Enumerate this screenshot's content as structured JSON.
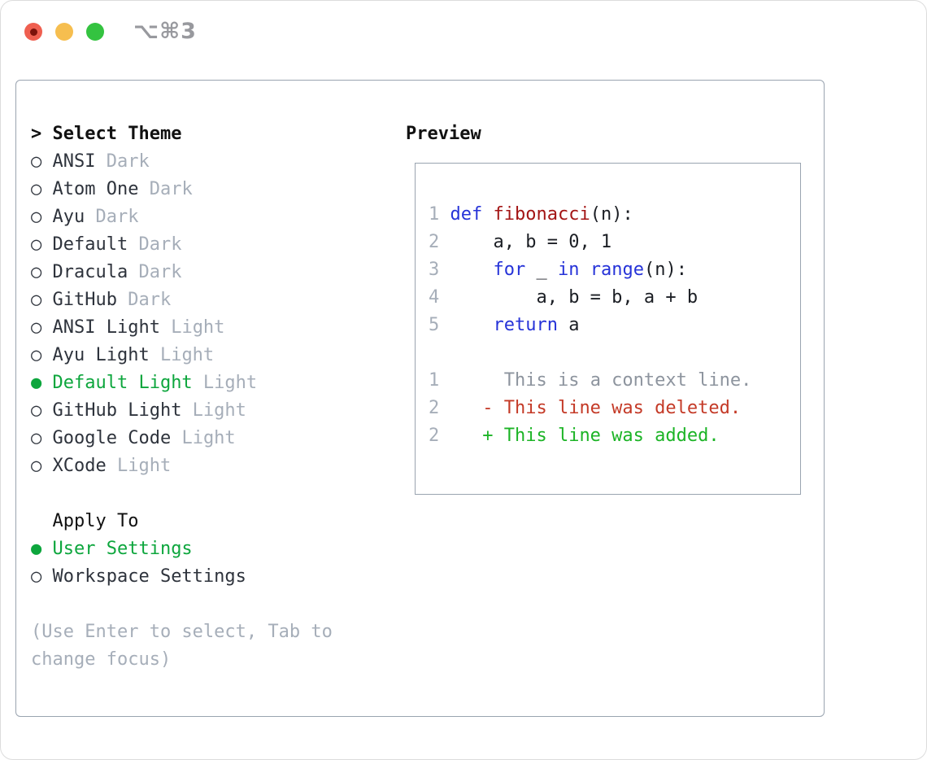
{
  "window": {
    "title": "⌥⌘3",
    "traffic_lights": [
      {
        "name": "close"
      },
      {
        "name": "minimize"
      },
      {
        "name": "zoom"
      }
    ]
  },
  "colors": {
    "accent": "#0da63d",
    "kw": "#2633d8",
    "fn": "#a31515",
    "del": "#c43a27",
    "add": "#1cb426",
    "muted": "#a6aeb9",
    "ctx": "#8d949e",
    "text": "#2e333c",
    "code-text": "#1b1e24",
    "heading": "#111111",
    "border": "#9aa4b0",
    "tl-red": "#ef5f50",
    "tl-red-dot": "#7c120b",
    "tl-yellow": "#f6be4f",
    "tl-green": "#34c340"
  },
  "theme_panel": {
    "header_prefix": ">",
    "header_label": "Select Theme",
    "bullet_unselected": "○",
    "bullet_selected": "●",
    "themes": [
      {
        "name": "ANSI",
        "tag": "Dark",
        "selected": false
      },
      {
        "name": "Atom One",
        "tag": "Dark",
        "selected": false
      },
      {
        "name": "Ayu",
        "tag": "Dark",
        "selected": false
      },
      {
        "name": "Default",
        "tag": "Dark",
        "selected": false
      },
      {
        "name": "Dracula",
        "tag": "Dark",
        "selected": false
      },
      {
        "name": "GitHub",
        "tag": "Dark",
        "selected": false
      },
      {
        "name": "ANSI Light",
        "tag": "Light",
        "selected": false
      },
      {
        "name": "Ayu Light",
        "tag": "Light",
        "selected": false
      },
      {
        "name": "Default Light",
        "tag": "Light",
        "selected": true
      },
      {
        "name": "GitHub Light",
        "tag": "Light",
        "selected": false
      },
      {
        "name": "Google Code",
        "tag": "Light",
        "selected": false
      },
      {
        "name": "XCode",
        "tag": "Light",
        "selected": false
      }
    ],
    "apply_to": {
      "label": "Apply To",
      "options": [
        {
          "label": "User Settings",
          "selected": true
        },
        {
          "label": "Workspace Settings",
          "selected": false
        }
      ]
    },
    "help": "(Use Enter to select, Tab to change focus)"
  },
  "preview": {
    "label": "Preview",
    "code_lines": [
      [
        {
          "t": "1 ",
          "c": "ln"
        },
        {
          "t": "def",
          "c": "kw"
        },
        {
          "t": " ",
          "c": "pl"
        },
        {
          "t": "fibonacci",
          "c": "fn"
        },
        {
          "t": "(n):",
          "c": "pl"
        }
      ],
      [
        {
          "t": "2 ",
          "c": "ln"
        },
        {
          "t": "    a, b = 0, 1",
          "c": "pl"
        }
      ],
      [
        {
          "t": "3 ",
          "c": "ln"
        },
        {
          "t": "    ",
          "c": "pl"
        },
        {
          "t": "for",
          "c": "kw"
        },
        {
          "t": " _ ",
          "c": "pl"
        },
        {
          "t": "in",
          "c": "kw"
        },
        {
          "t": " ",
          "c": "pl"
        },
        {
          "t": "range",
          "c": "kw"
        },
        {
          "t": "(n):",
          "c": "pl"
        }
      ],
      [
        {
          "t": "4 ",
          "c": "ln"
        },
        {
          "t": "        a, b = b, a + b",
          "c": "pl"
        }
      ],
      [
        {
          "t": "5 ",
          "c": "ln"
        },
        {
          "t": "    ",
          "c": "pl"
        },
        {
          "t": "return",
          "c": "kw"
        },
        {
          "t": " a",
          "c": "pl"
        }
      ]
    ],
    "diff_lines": [
      [
        {
          "t": "1",
          "c": "ln"
        },
        {
          "t": "      ",
          "c": "pl"
        },
        {
          "t": "This is a context line.",
          "c": "ctx"
        }
      ],
      [
        {
          "t": "2",
          "c": "ln"
        },
        {
          "t": "    ",
          "c": "pl"
        },
        {
          "t": "- This line was deleted.",
          "c": "del"
        }
      ],
      [
        {
          "t": "2",
          "c": "ln"
        },
        {
          "t": "    ",
          "c": "pl"
        },
        {
          "t": "+ This line was added.",
          "c": "add"
        }
      ]
    ]
  }
}
